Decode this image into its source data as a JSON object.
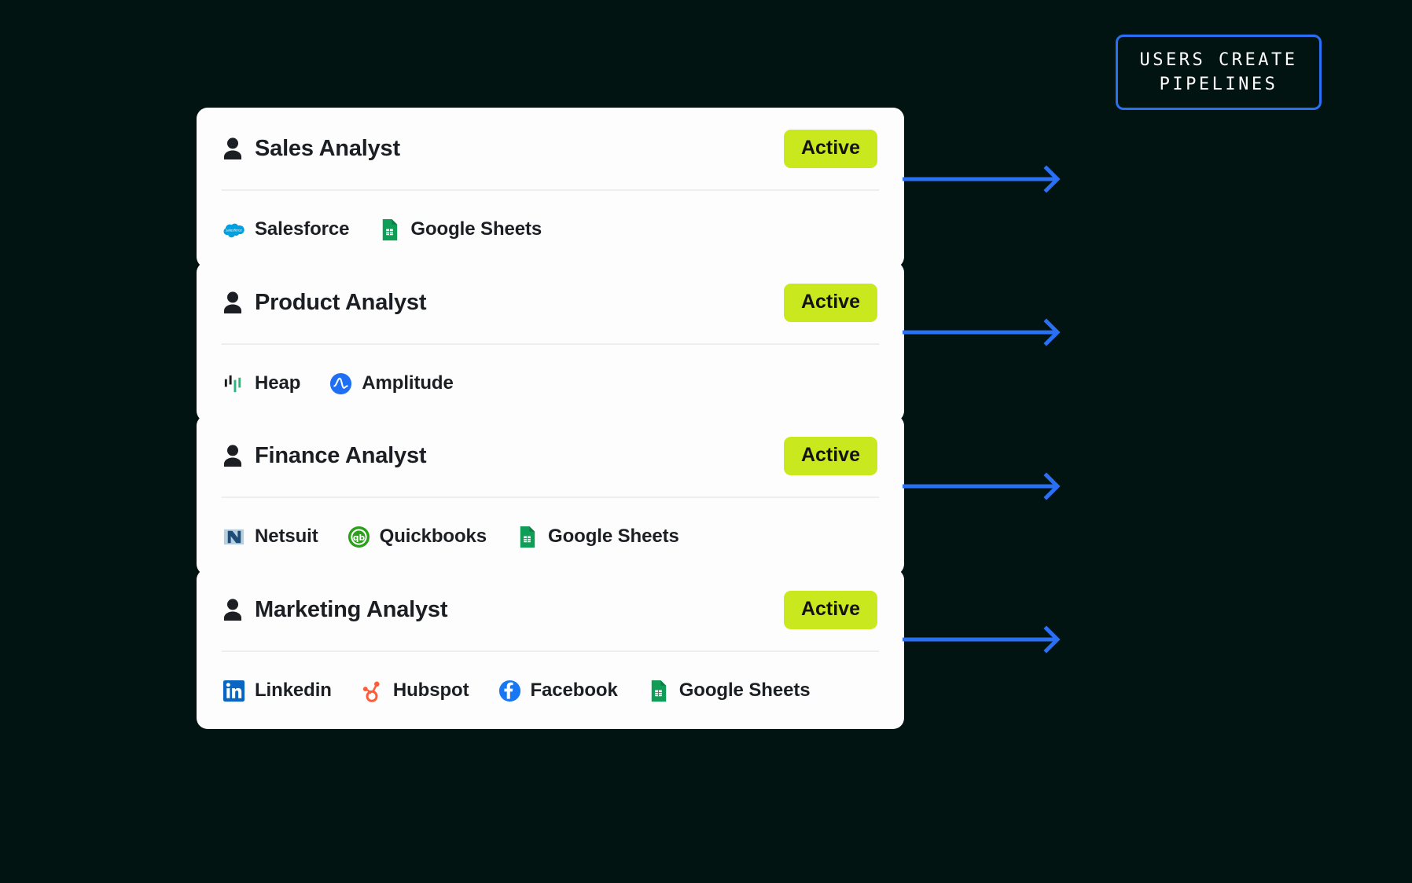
{
  "theme": {
    "background": "#021412",
    "card_background": "#fdfdfd",
    "accent_blue": "#2970f5",
    "badge_green": "#c9e81e",
    "text_dark": "#1b1f24",
    "divider": "#eceef2"
  },
  "annotation": {
    "line1": "USERS CREATE",
    "line2": "PIPELINES",
    "border_color": "#2970f5"
  },
  "cards": [
    {
      "title": "Sales Analyst",
      "status": "Active",
      "tools": [
        {
          "label": "Salesforce",
          "icon": "salesforce-icon"
        },
        {
          "label": "Google Sheets",
          "icon": "google-sheets-icon"
        }
      ]
    },
    {
      "title": "Product Analyst",
      "status": "Active",
      "tools": [
        {
          "label": "Heap",
          "icon": "heap-icon"
        },
        {
          "label": "Amplitude",
          "icon": "amplitude-icon"
        }
      ]
    },
    {
      "title": "Finance Analyst",
      "status": "Active",
      "tools": [
        {
          "label": "Netsuit",
          "icon": "netsuite-icon"
        },
        {
          "label": "Quickbooks",
          "icon": "quickbooks-icon"
        },
        {
          "label": "Google Sheets",
          "icon": "google-sheets-icon"
        }
      ]
    },
    {
      "title": "Marketing Analyst",
      "status": "Active",
      "tools": [
        {
          "label": "Linkedin",
          "icon": "linkedin-icon"
        },
        {
          "label": "Hubspot",
          "icon": "hubspot-icon"
        },
        {
          "label": "Facebook",
          "icon": "facebook-icon"
        },
        {
          "label": "Google Sheets",
          "icon": "google-sheets-icon"
        }
      ]
    }
  ],
  "arrows": [
    {
      "name": "arrow-sales"
    },
    {
      "name": "arrow-product"
    },
    {
      "name": "arrow-finance"
    },
    {
      "name": "arrow-marketing"
    }
  ]
}
